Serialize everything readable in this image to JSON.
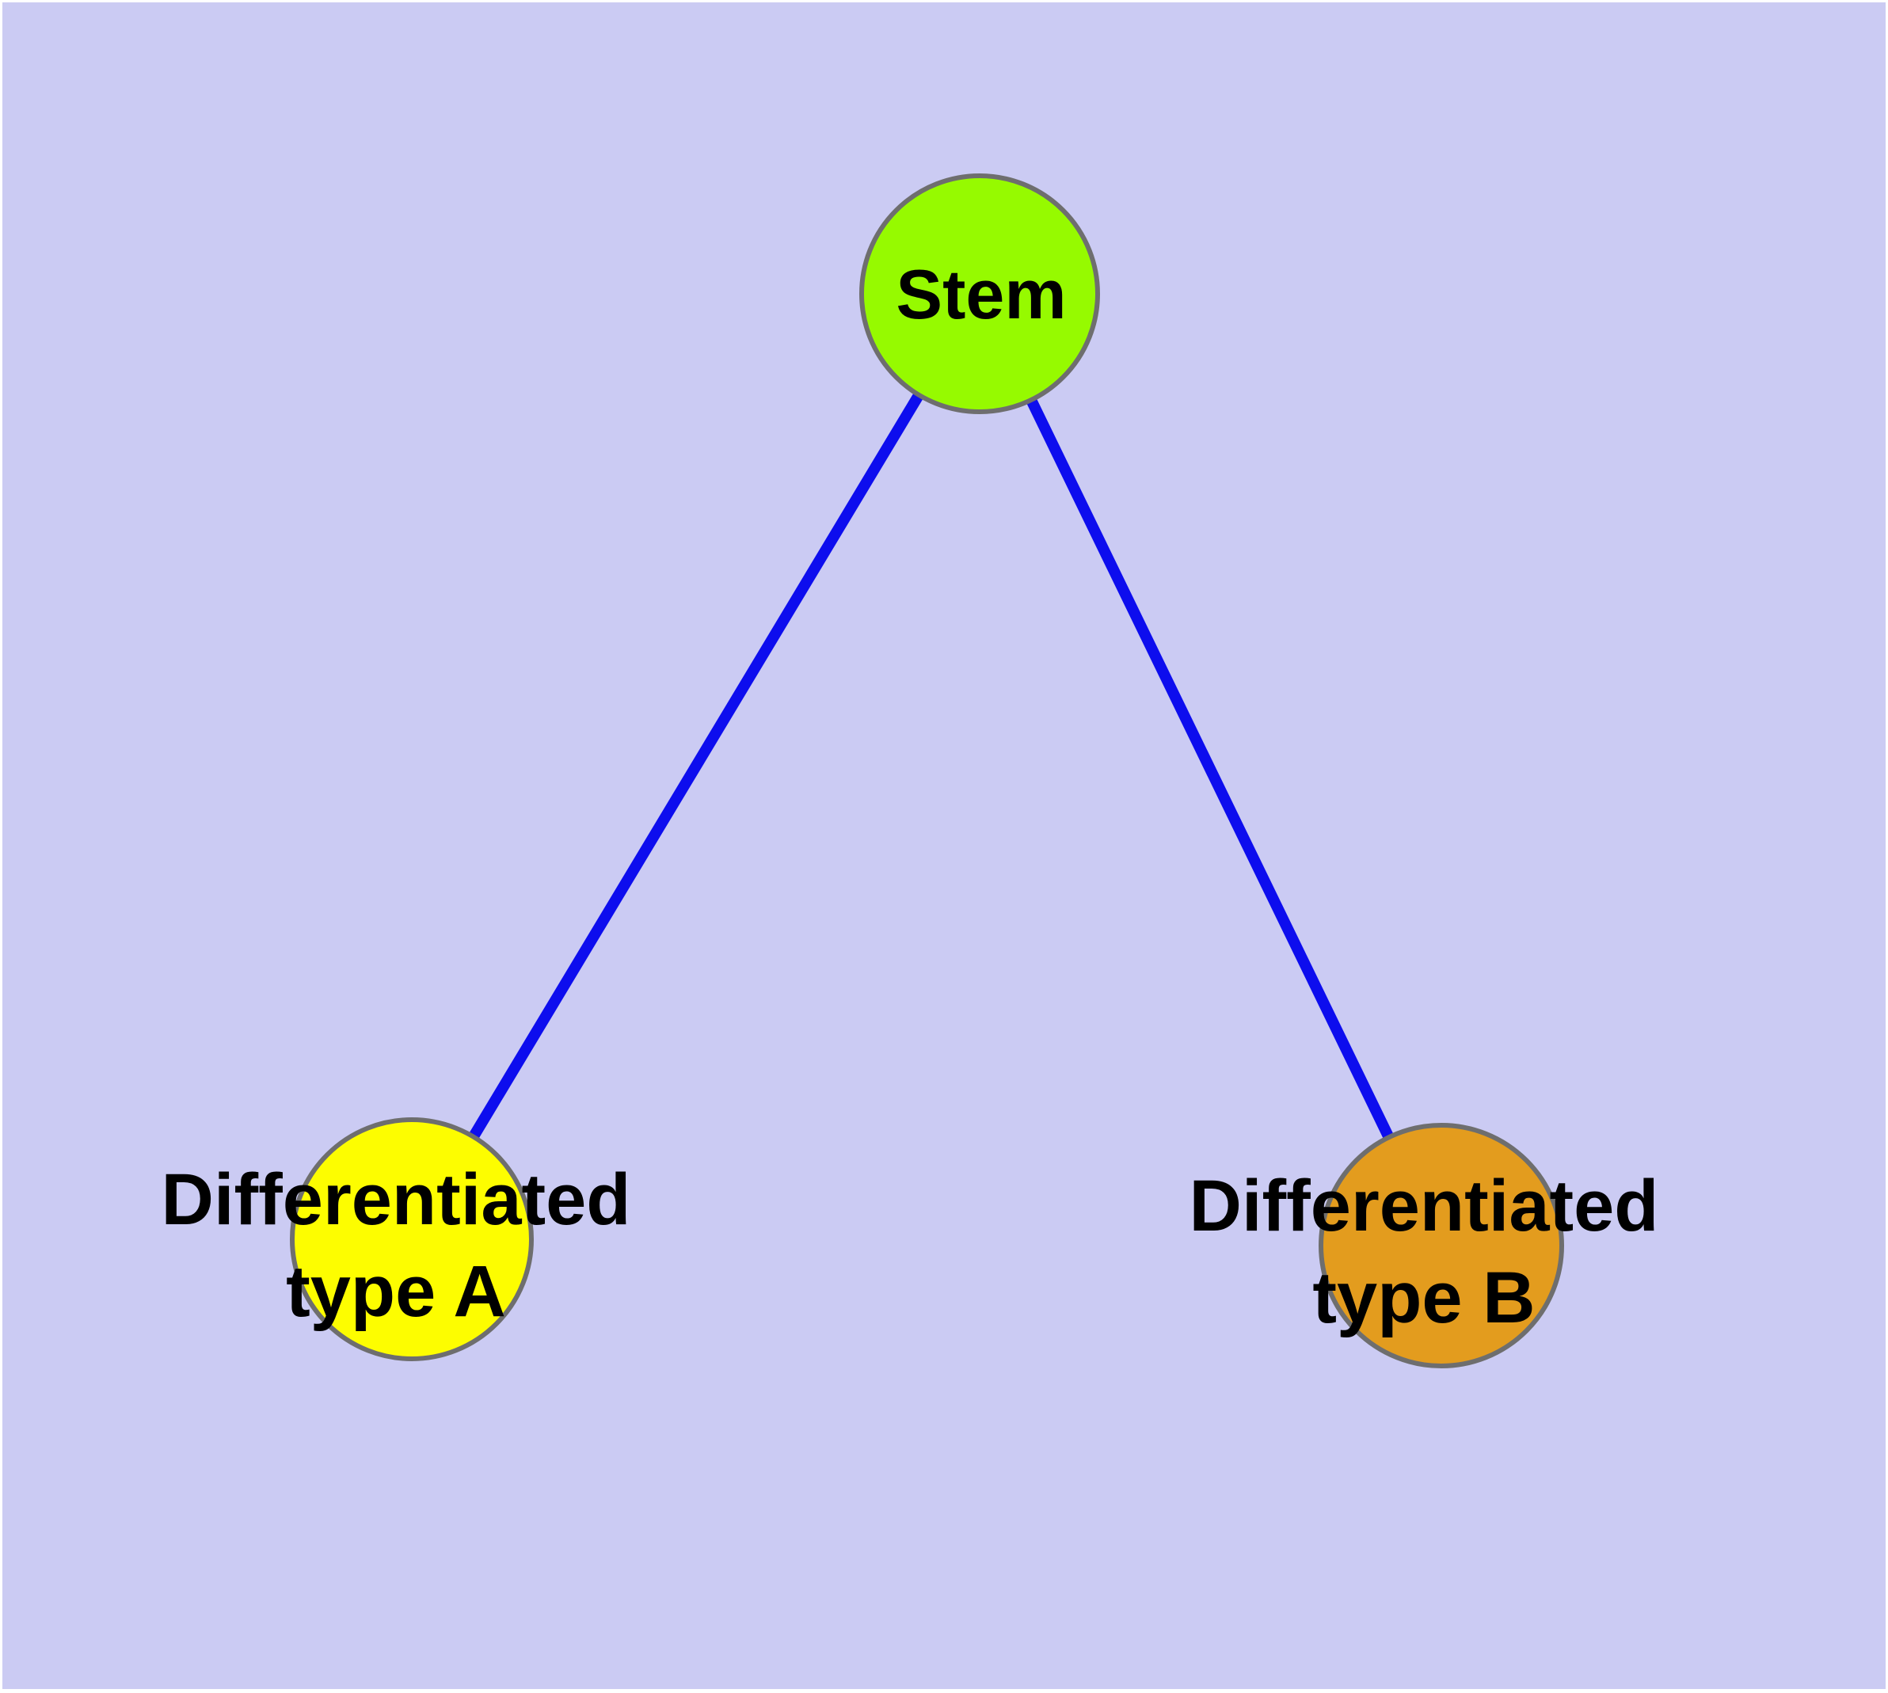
{
  "diagram": {
    "type": "graph",
    "background_color": "#CBCBF3",
    "page_margin_color": "#FFFFFF",
    "edge_color": "#0D0DEE",
    "node_border_color": "#6E6E6E",
    "label_color": "#000000",
    "nodes": {
      "stem": {
        "label": "Stem",
        "fill": "#96FA00"
      },
      "type_a": {
        "label": "Differentiated type A",
        "label_line1": "Differentiated",
        "label_line2": "type A",
        "fill": "#FDFD00"
      },
      "type_b": {
        "label": "Differentiated type B",
        "label_line1": "Differentiated",
        "label_line2": "type B",
        "fill": "#E39C1E"
      }
    },
    "edges": [
      {
        "from": "Stem",
        "to": "Differentiated type A"
      },
      {
        "from": "Stem",
        "to": "Differentiated type B"
      }
    ]
  }
}
